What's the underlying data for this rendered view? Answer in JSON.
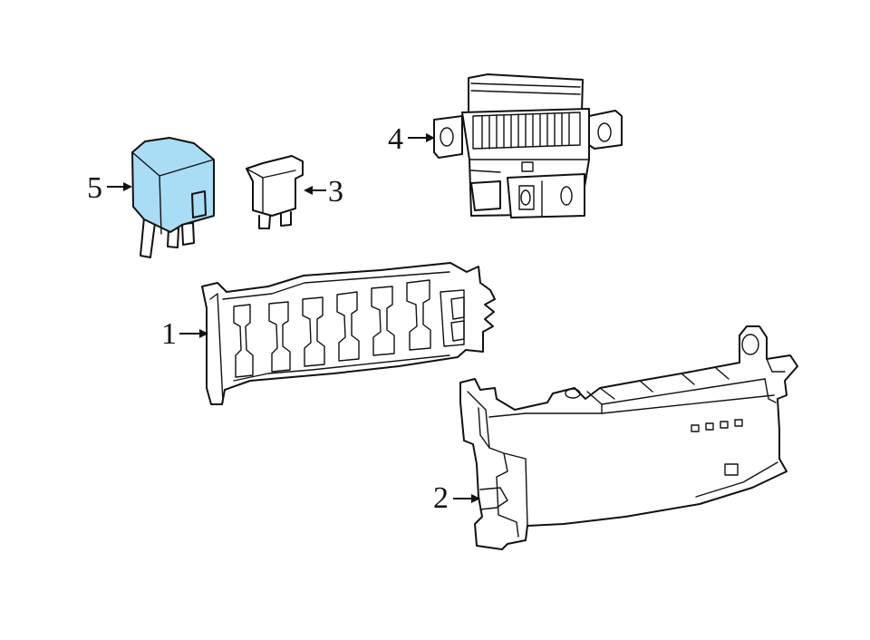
{
  "callouts": [
    {
      "id": "1",
      "label": "1"
    },
    {
      "id": "2",
      "label": "2"
    },
    {
      "id": "3",
      "label": "3"
    },
    {
      "id": "4",
      "label": "4"
    },
    {
      "id": "5",
      "label": "5"
    }
  ],
  "colors": {
    "highlight_fill": "#a9dcf5",
    "line": "#111111",
    "background": "#ffffff"
  }
}
